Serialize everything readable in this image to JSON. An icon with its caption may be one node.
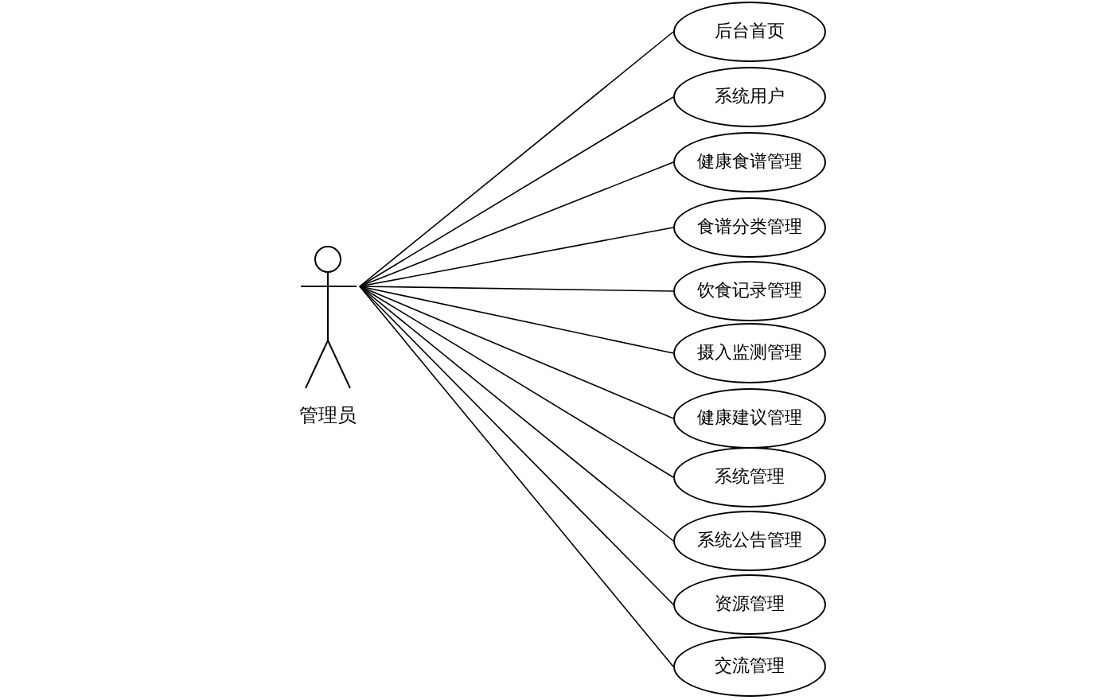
{
  "diagram": {
    "nodes": [
      {
        "text": [
          "管理员"
        ]
      },
      {
        "text": [
          "后台首页"
        ]
      },
      {
        "text": [
          "系统用户"
        ]
      },
      {
        "text": [
          "健康食谱管理"
        ]
      },
      {
        "text": [
          "食谱分类管理"
        ]
      },
      {
        "text": [
          "饮食记录管理"
        ]
      },
      {
        "text": [
          "摄入监测管理"
        ]
      },
      {
        "text": [
          "健康建议管理"
        ]
      },
      {
        "text": [
          "系统管理"
        ]
      },
      {
        "text": [
          "系统公告管理"
        ]
      },
      {
        "text": [
          "资源管理"
        ]
      },
      {
        "text": [
          "交流管理"
        ]
      }
    ],
    "edges": [
      {
        "from": 0,
        "to": 1,
        "arrow": "none"
      },
      {
        "from": 0,
        "to": 2,
        "arrow": "none"
      },
      {
        "from": 0,
        "to": 3,
        "arrow": "none"
      },
      {
        "from": 0,
        "to": 4,
        "arrow": "none"
      },
      {
        "from": 0,
        "to": 5,
        "arrow": "none"
      },
      {
        "from": 0,
        "to": 6,
        "arrow": "none"
      },
      {
        "from": 0,
        "to": 7,
        "arrow": "none"
      },
      {
        "from": 0,
        "to": 8,
        "arrow": "none"
      },
      {
        "from": 0,
        "to": 9,
        "arrow": "none"
      },
      {
        "from": 0,
        "to": 10,
        "arrow": "none"
      },
      {
        "from": 0,
        "to": 11,
        "arrow": "none"
      }
    ]
  }
}
